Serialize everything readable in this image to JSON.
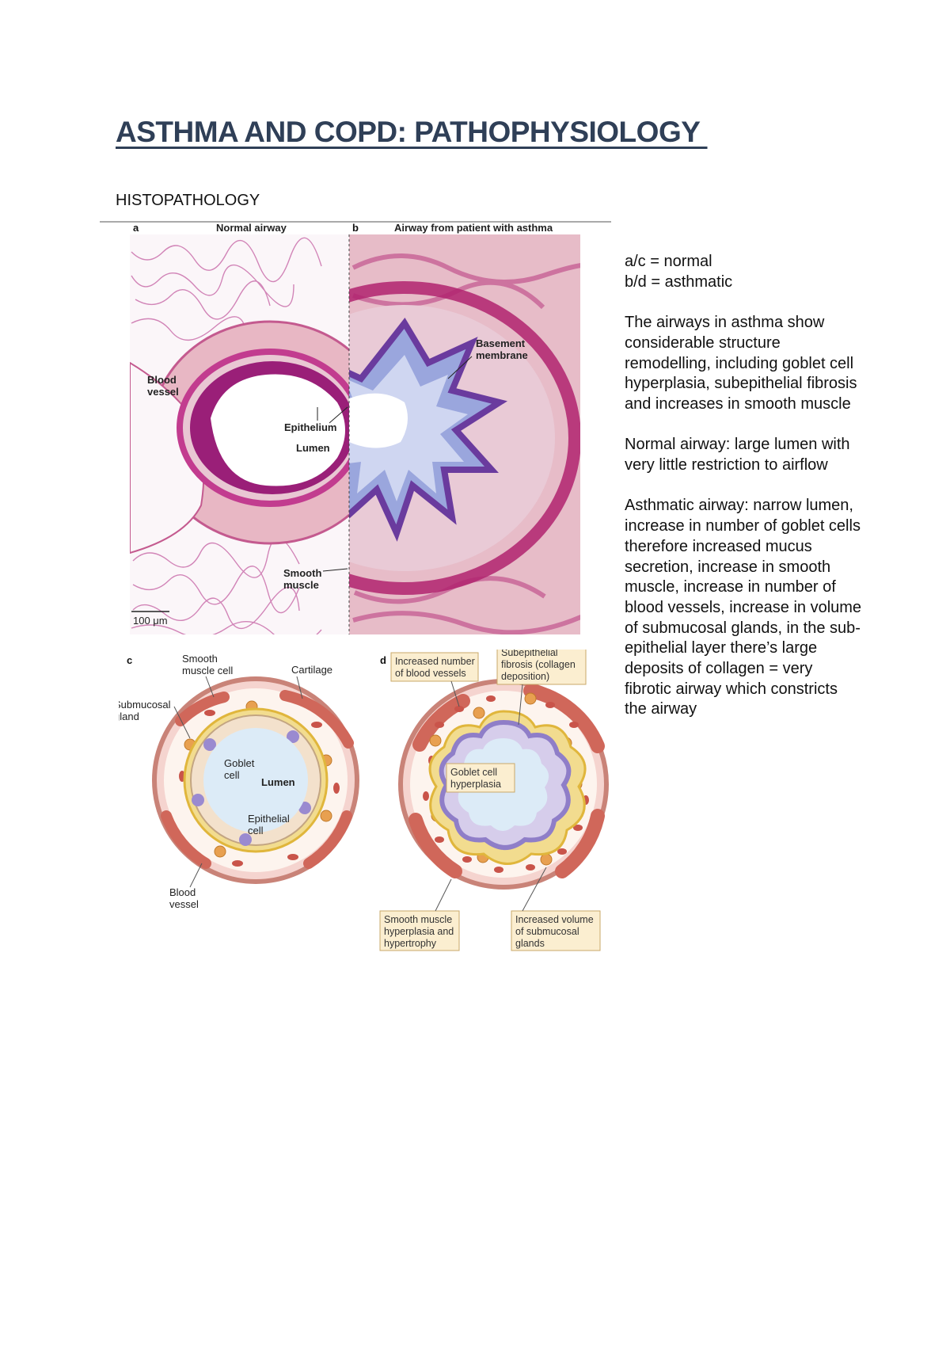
{
  "document": {
    "title": "ASTHMA AND COPD: PATHOPHYSIOLOGY ",
    "section_heading": "HISTOPATHOLOGY"
  },
  "figure_top": {
    "panel_a": {
      "letter": "a",
      "header": "Normal airway"
    },
    "panel_b": {
      "letter": "b",
      "header": "Airway from patient with asthma"
    },
    "labels": {
      "blood_vessel": [
        "Blood",
        "vessel"
      ],
      "epithelium": "Epithelium",
      "lumen": "Lumen",
      "smooth_muscle": [
        "Smooth",
        "muscle"
      ],
      "basement_membrane": [
        "Basement",
        "membrane"
      ],
      "scale_bar": "100 μm"
    }
  },
  "figure_bottom": {
    "panel_c": {
      "letter": "c",
      "labels": {
        "smooth_muscle_cell": [
          "Smooth",
          "muscle cell"
        ],
        "cartilage": "Cartilage",
        "submucosal_gland": [
          "Submucosal",
          "gland"
        ],
        "goblet_cell": [
          "Goblet",
          "cell"
        ],
        "lumen": "Lumen",
        "epithelial_cell": [
          "Epithelial",
          "cell"
        ],
        "blood_vessel": [
          "Blood",
          "vessel"
        ]
      }
    },
    "panel_d": {
      "letter": "d",
      "callouts": {
        "vessels": [
          "Increased number",
          "of blood vessels"
        ],
        "fibrosis": [
          "Subepithelial",
          "fibrosis (collagen",
          "deposition)"
        ],
        "goblet": [
          "Goblet cell",
          "hyperplasia"
        ],
        "smooth_muscle": [
          "Smooth muscle",
          "hyperplasia and",
          "hypertrophy"
        ],
        "glands": [
          "Increased volume",
          "of submucosal",
          "glands"
        ]
      }
    }
  },
  "notes": {
    "legend_line_1": "a/c = normal",
    "legend_line_2": "b/d = asthmatic",
    "paragraph_1": "The airways in asthma show considerable structure remodelling, including goblet cell hyperplasia, subepithelial fibrosis and increases in smooth muscle",
    "paragraph_2": "Normal airway: large lumen with very little restriction to airflow",
    "paragraph_3": "Asthmatic airway: narrow lumen, increase in number of goblet cells therefore increased mucus secretion, increase in smooth muscle, increase in number of blood vessels, increase in volume of submucosal glands, in the sub-epithelial layer there’s large deposits of collagen = very fibrotic airway which constricts the airway"
  },
  "colors": {
    "title": "#2f3f57",
    "tissue_pink": "#c23c8f",
    "tissue_magenta": "#9a1f78",
    "mucus_blue": "#9aa6dd",
    "lumen_blue": "#dcebf7",
    "muscle_red": "#d0675a",
    "collagen_yellow": "#e8c55a",
    "callout_fill": "#fbeed0"
  }
}
